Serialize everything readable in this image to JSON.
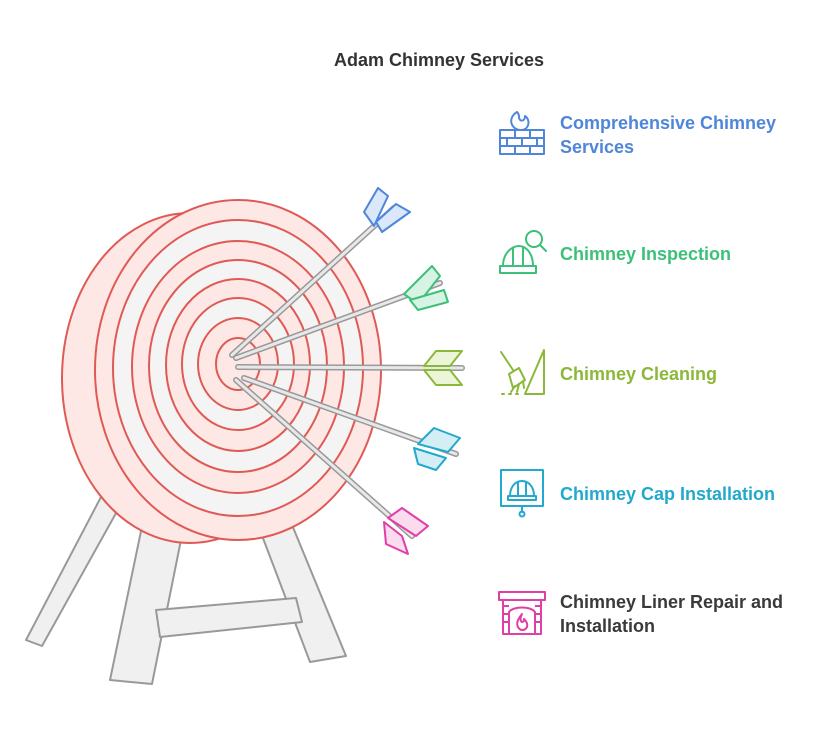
{
  "title": "Adam Chimney Services",
  "items": [
    {
      "label": "Comprehensive Chimney\nServices",
      "color": "#4f86d9",
      "icon": "fireplace-bricks-icon"
    },
    {
      "label": "Chimney Inspection",
      "color": "#3cc07a",
      "icon": "hard-hat-magnifier-icon"
    },
    {
      "label": "Chimney Cleaning",
      "color": "#8cb83a",
      "icon": "broom-icon"
    },
    {
      "label": "Chimney Cap Installation",
      "color": "#22a9cc",
      "icon": "hat-on-easel-icon"
    },
    {
      "label": "Chimney Liner Repair and\nInstallation",
      "color": "#e03fa6",
      "icon": "fireplace-flame-icon"
    }
  ],
  "colors": {
    "target_ring": "#e05a55",
    "target_fill": "#fde8e6",
    "target_band": "#f4f4f4",
    "stand": "#f0f0f0",
    "stand_stroke": "#999999",
    "shaft": "#aaaaaa"
  }
}
